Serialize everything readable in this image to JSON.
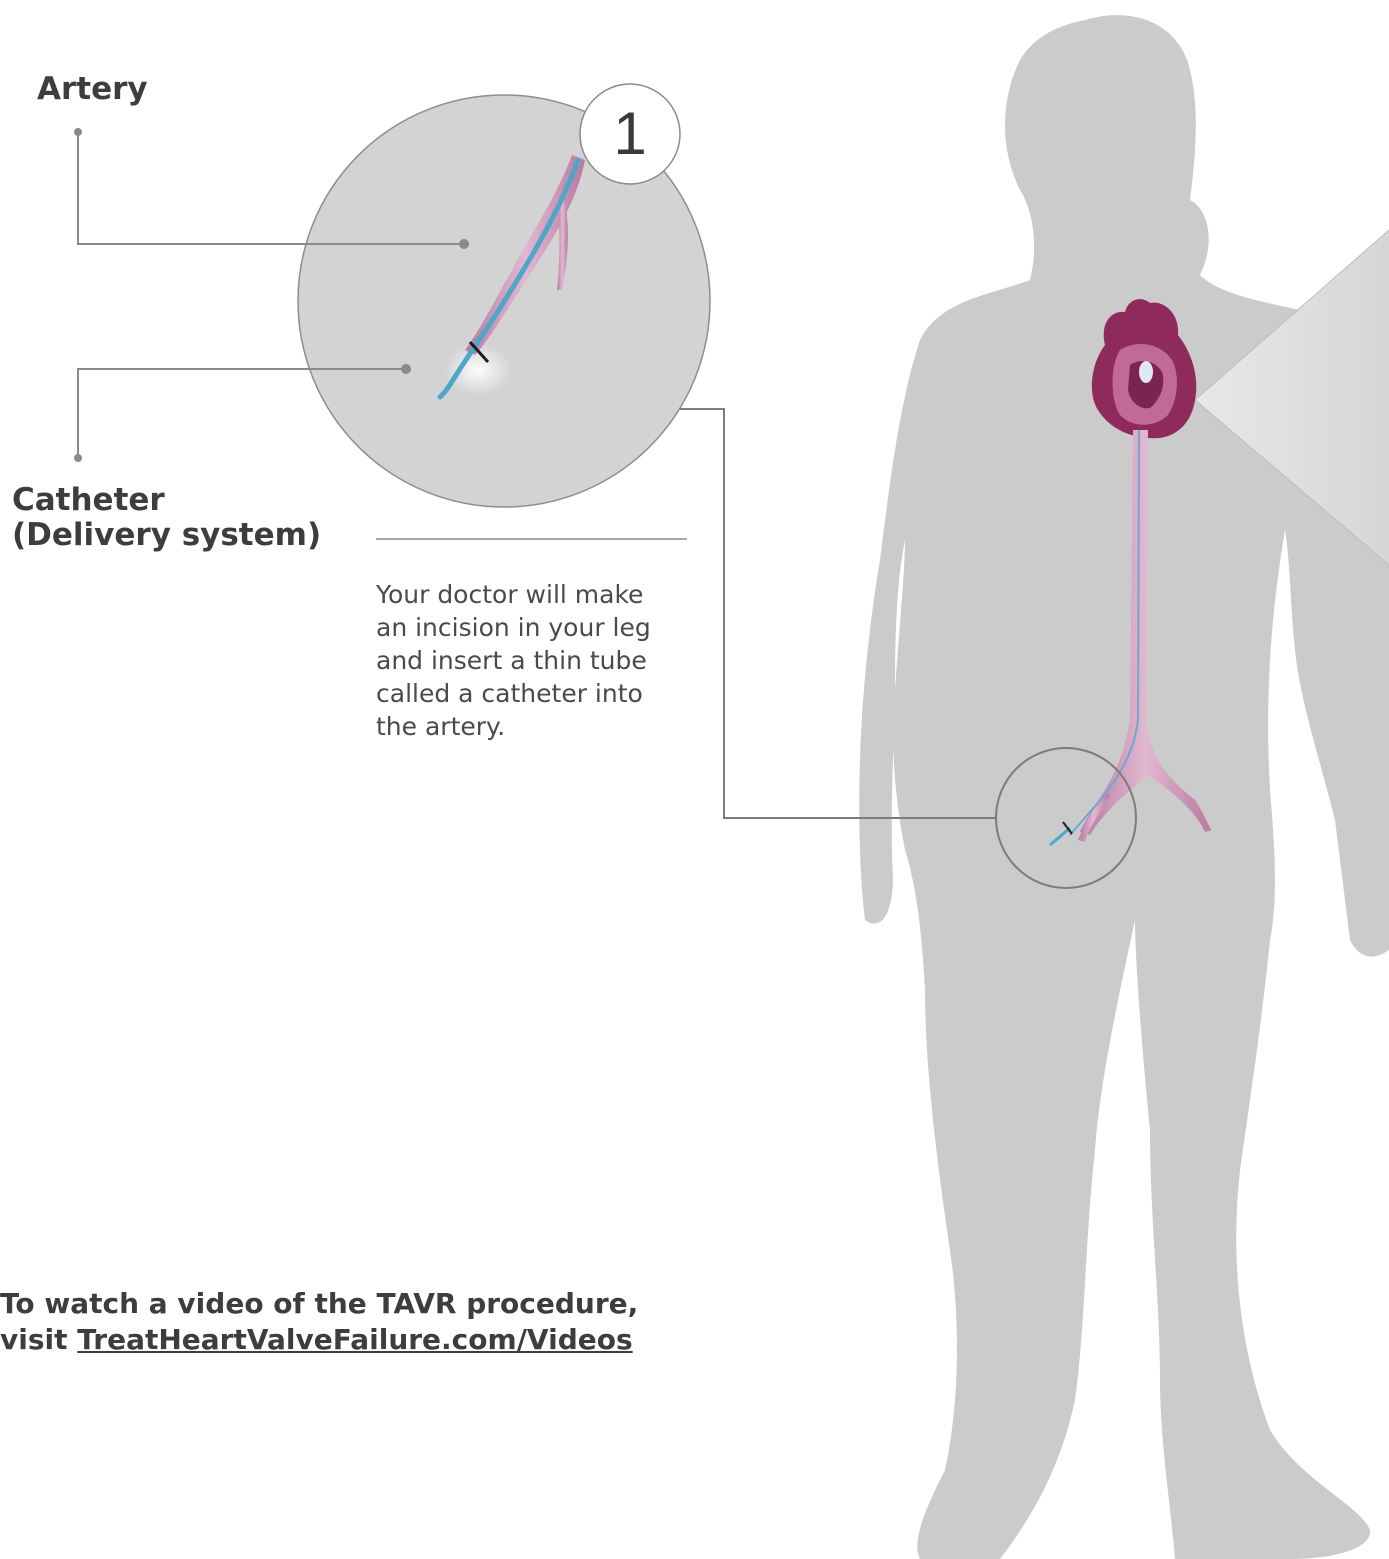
{
  "labels": {
    "artery": "Artery",
    "catheter_line1": "Catheter",
    "catheter_line2": "(Delivery system)"
  },
  "step": {
    "number": "1"
  },
  "description": [
    "Your doctor will make",
    "an incision in your leg",
    "and insert a thin tube",
    "called a catheter into",
    "the artery."
  ],
  "video": {
    "line1": "To watch a video of the TAVR procedure,",
    "line2_prefix": "visit ",
    "link_text": "TreatHeartValveFailure.com/Videos"
  },
  "colors": {
    "silhouette": "#cbcbcb",
    "zoom_circle_fill": "#d3d3d3",
    "artery": "#c98fb3",
    "catheter": "#4fa6c9",
    "heart": "#8e2a5c",
    "leader_line": "#8a8a8a"
  }
}
